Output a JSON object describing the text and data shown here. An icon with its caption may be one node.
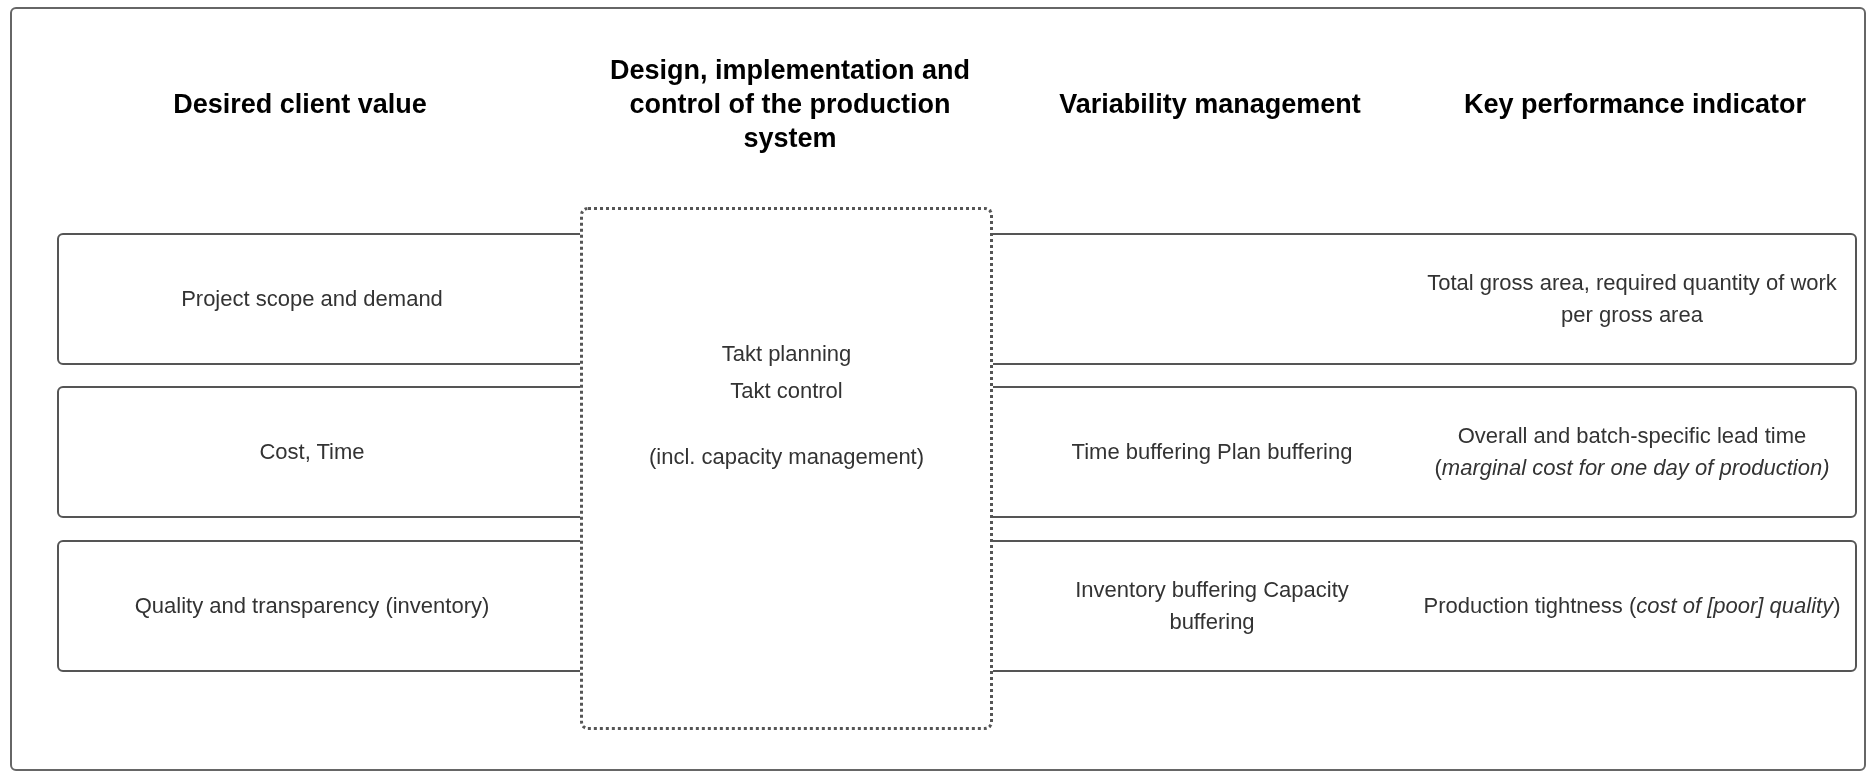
{
  "diagram": {
    "nodes": [
      {
        "text": [
          "Project scope and demand",
          "Total gross area, required quantity of work per gross area"
        ]
      },
      {
        "text": [
          "Cost, Time",
          "Time buffering Plan buffering",
          "Overall and batch-specific lead time (*marginal cost for one day of production)*"
        ]
      },
      {
        "text": [
          "Quality and transparency (inventory)",
          "Inventory buffering Capacity buffering",
          "Production tightness (*cost of [poor] quality*)"
        ]
      },
      {
        "text": [
          "Takt planning",
          "Takt control",
          "(incl. capacity management)"
        ]
      }
    ],
    "labels": [
      "Desired client value",
      "Design, implementation and control of the production system",
      "Variability management",
      "Key performance indicator"
    ]
  }
}
